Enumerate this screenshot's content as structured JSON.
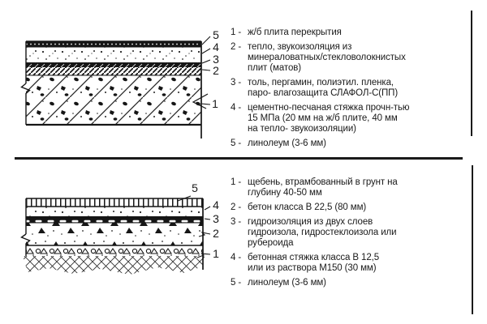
{
  "canvas": {
    "background": "#ffffff",
    "ink": "#1a1a1a"
  },
  "sections": [
    {
      "name": "floor-on-concrete-slab",
      "diagram": {
        "labels": [
          "5",
          "4",
          "3",
          "2",
          "1"
        ]
      },
      "legend": [
        {
          "num": "1 -",
          "text": "ж/б плита перекрытия"
        },
        {
          "num": "2 -",
          "text": "тепло, звукоизоляция из\nминераловатных/стекловолокнистых\nплит (матов)"
        },
        {
          "num": "3 -",
          "text": "толь, пергамин, полиэтил. пленка,\nпаро- влагозащита СЛАФОЛ-С(ПП)"
        },
        {
          "num": "4 -",
          "text": "цементно-песчаная стяжка прочн-тью\n15 МПа (20 мм на ж/б плите, 40 мм\nна тепло- звукоизоляции)"
        },
        {
          "num": "5 -",
          "text": "линолеум (3-6 мм)"
        }
      ]
    },
    {
      "name": "floor-on-ground",
      "diagram": {
        "labels": [
          "5",
          "4",
          "3",
          "2",
          "1"
        ]
      },
      "legend": [
        {
          "num": "1 -",
          "text": "щебень, втрамбованный в грунт на\nглубину 40-50 мм"
        },
        {
          "num": "2 -",
          "text": "бетон класса В 22,5 (80 мм)"
        },
        {
          "num": "3 -",
          "text": "гидроизоляция из двух слоев\nгидроизола, гидростеклоизола или\nрубероида"
        },
        {
          "num": "4 -",
          "text": "бетонная стяжка класса В 12,5\nили из раствора М150 (30 мм)"
        },
        {
          "num": "5 -",
          "text": "линолеум (3-6 мм)"
        }
      ]
    }
  ]
}
